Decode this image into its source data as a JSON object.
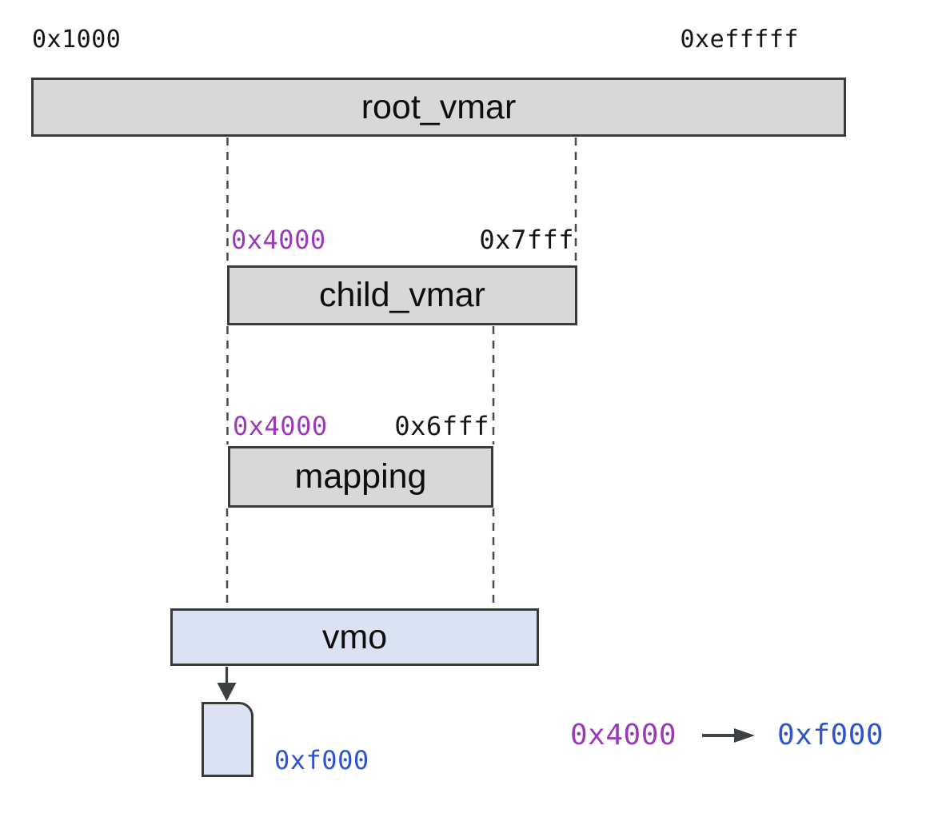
{
  "colors": {
    "region_fill": "#d8d8d8",
    "vmo_fill": "#dae3f4",
    "border_color": "#3a3a3a",
    "line_color": "#4a4a4a",
    "address_purple": "#9b3ab8",
    "address_blue": "#2d54cc",
    "text_color": "#141414"
  },
  "address_space": {
    "start_label": "0x1000",
    "end_label": "0xefffff"
  },
  "regions": {
    "root_vmar": {
      "label": "root_vmar"
    },
    "child_vmar": {
      "label": "child_vmar",
      "start": "0x4000",
      "end": "0x7fff"
    },
    "mapping": {
      "label": "mapping",
      "start": "0x4000",
      "end": "0x6fff"
    },
    "vmo": {
      "label": "vmo"
    },
    "page": {
      "address": "0xf000"
    }
  },
  "legend": {
    "virtual_address": "0x4000",
    "physical_address": "0xf000"
  }
}
